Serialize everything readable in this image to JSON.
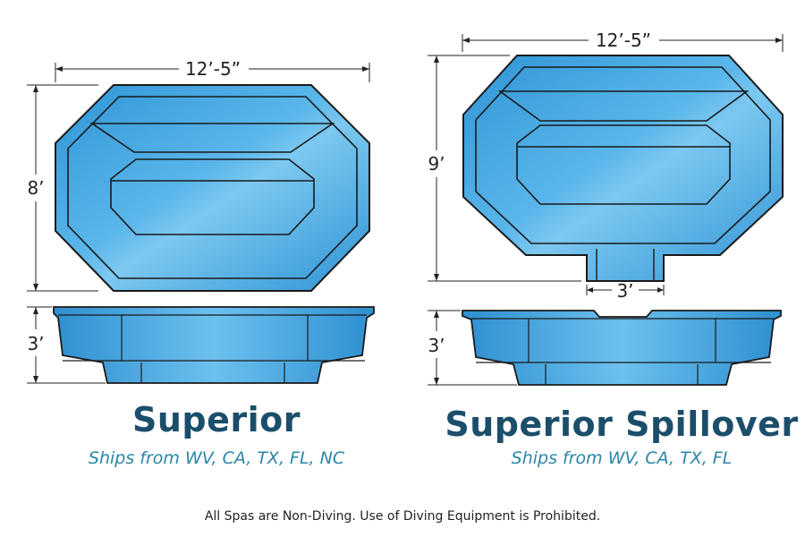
{
  "colors": {
    "water": "#3aa2dd",
    "water_light": "#7cc8f0",
    "outline": "#1a1a1a",
    "title": "#1b4e6b",
    "ships": "#2a86a9"
  },
  "spas": [
    {
      "name": "Superior",
      "ships_from": "Ships from WV, CA, TX, FL, NC",
      "width_label": "12’-5”",
      "length_label": "8’",
      "depth_label": "3’"
    },
    {
      "name": "Superior Spillover",
      "ships_from": "Ships from WV, CA, TX, FL",
      "width_label": "12’-5”",
      "length_label": "9’",
      "spillover_label": "3’",
      "depth_label": "3’"
    }
  ],
  "disclaimer": "All Spas are Non-Diving. Use of Diving Equipment is Prohibited."
}
